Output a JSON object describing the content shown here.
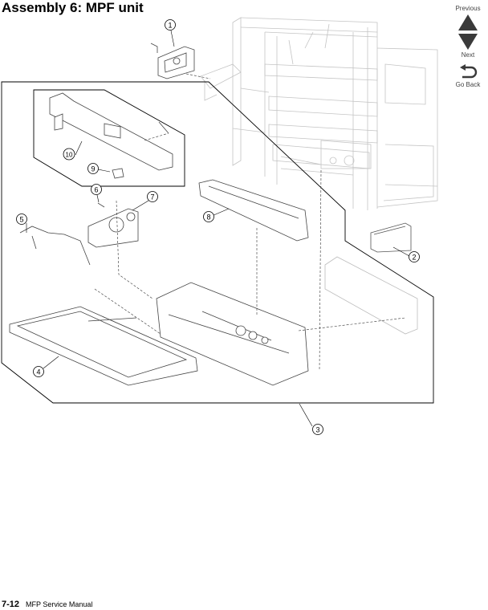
{
  "page": {
    "title": "Assembly 6:  MPF unit",
    "page_number": "7-12",
    "manual": "MFP Service Manual"
  },
  "nav": {
    "previous_label": "Previous",
    "next_label": "Next",
    "back_label": "Go Back",
    "previous_icon": "triangle-up-icon",
    "next_icon": "triangle-down-icon",
    "back_icon": "return-arrow-icon",
    "button_color": "#3a3a3a"
  },
  "callouts": [
    "1",
    "2",
    "3",
    "4",
    "5",
    "6",
    "7",
    "8",
    "9",
    "10"
  ]
}
